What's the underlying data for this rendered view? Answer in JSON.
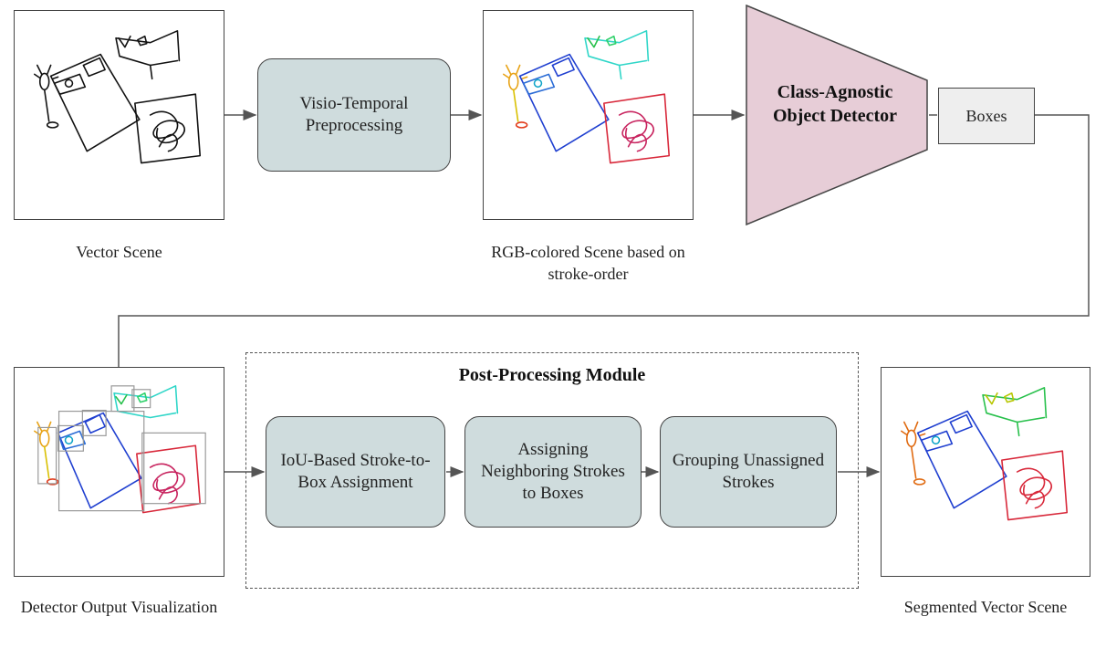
{
  "top_row": {
    "vector_scene_caption": "Vector Scene",
    "preprocessing_label": "Visio-Temporal Preprocessing",
    "rgb_scene_caption": "RGB-colored Scene based on stroke-order",
    "detector_label": "Class-Agnostic Object Detector",
    "boxes_label": "Boxes"
  },
  "bottom_row": {
    "detector_output_caption": "Detector Output Visualization",
    "module_title": "Post-Processing Module",
    "steps": [
      {
        "label": "IoU-Based Stroke-to-Box Assignment"
      },
      {
        "label": "Assigning Neighboring Strokes to Boxes"
      },
      {
        "label": "Grouping Unassigned Strokes"
      }
    ],
    "segmented_caption": "Segmented Vector Scene"
  },
  "colors": {
    "process_fill": "#cfdcdd",
    "detector_fill": "#e7cdd7",
    "boxes_fill": "#eeeeee",
    "arrow": "#555555"
  },
  "icons": {
    "lamp": "lamp-sketch-icon",
    "bed": "bed-sketch-icon",
    "sofa": "sofa-sketch-icon",
    "rug": "rug-sketch-icon"
  }
}
